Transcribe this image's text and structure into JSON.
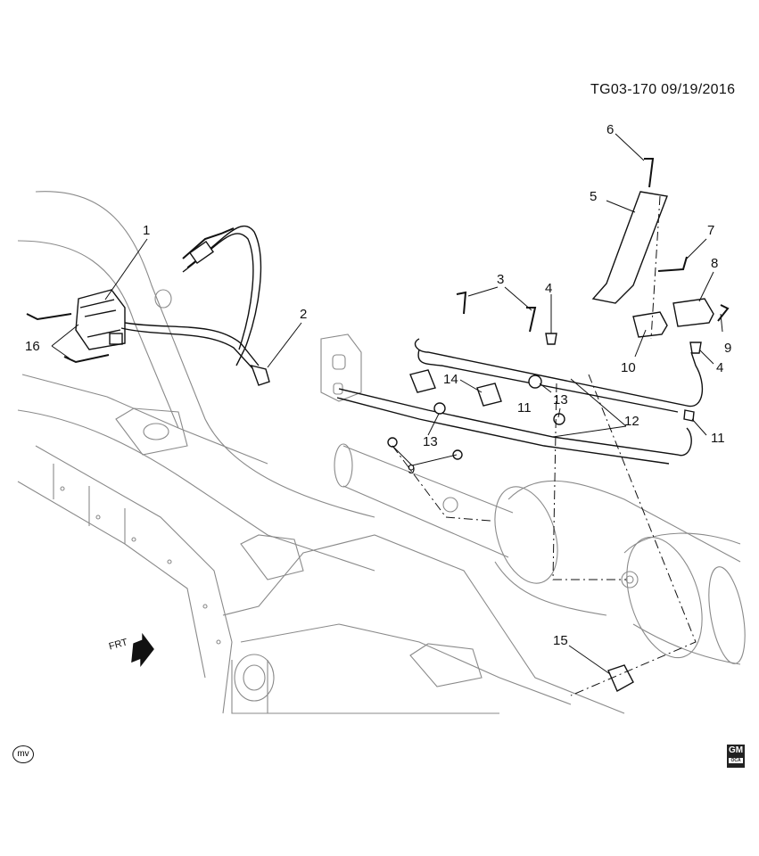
{
  "drawing_id": "TG03-170  09/19/2016",
  "callouts": [
    {
      "id": "c1",
      "label": "1"
    },
    {
      "id": "c2",
      "label": "2"
    },
    {
      "id": "c3",
      "label": "3"
    },
    {
      "id": "c4a",
      "label": "4"
    },
    {
      "id": "c4b",
      "label": "4"
    },
    {
      "id": "c5",
      "label": "5"
    },
    {
      "id": "c6",
      "label": "6"
    },
    {
      "id": "c7",
      "label": "7"
    },
    {
      "id": "c8",
      "label": "8"
    },
    {
      "id": "c9a",
      "label": "9"
    },
    {
      "id": "c9b",
      "label": "9"
    },
    {
      "id": "c10",
      "label": "10"
    },
    {
      "id": "c11a",
      "label": "11"
    },
    {
      "id": "c11b",
      "label": "11"
    },
    {
      "id": "c12",
      "label": "12"
    },
    {
      "id": "c13a",
      "label": "13"
    },
    {
      "id": "c13b",
      "label": "13"
    },
    {
      "id": "c14",
      "label": "14"
    },
    {
      "id": "c15",
      "label": "15"
    },
    {
      "id": "c16",
      "label": "16"
    }
  ],
  "direction_marker": "FRT",
  "badge": "mv",
  "logo": {
    "top": "GM",
    "bottom": "OCA"
  }
}
